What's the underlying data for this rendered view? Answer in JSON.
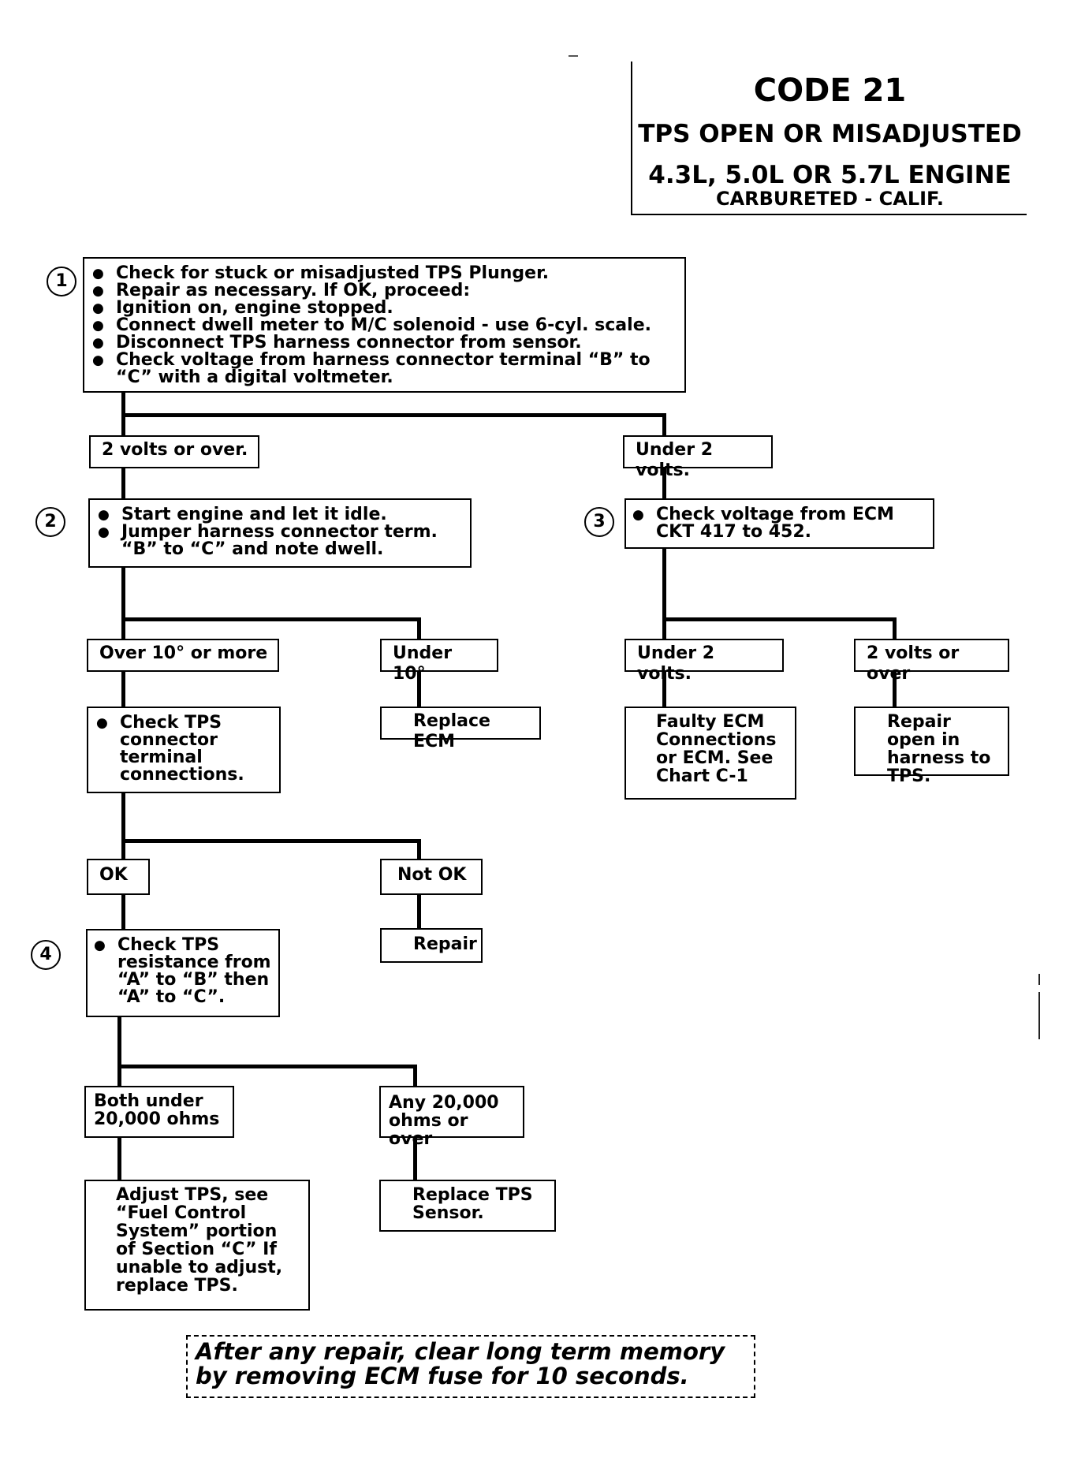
{
  "header": {
    "code": "CODE 21",
    "title": "TPS OPEN OR MISADJUSTED",
    "engine": "4.3L, 5.0L OR 5.7L ENGINE",
    "subtitle": "CARBURETED - CALIF."
  },
  "steps": {
    "s1": {
      "number": "1",
      "items": [
        "Check for stuck or misadjusted TPS Plunger.",
        "Repair as necessary.  If OK, proceed:",
        "Ignition on, engine stopped.",
        "Connect dwell meter to M/C solenoid - use 6-cyl. scale.",
        "Disconnect TPS harness connector from sensor.",
        "Check voltage from harness connector terminal “B” to “C” with a digital voltmeter."
      ]
    },
    "s2": {
      "number": "2",
      "items": [
        "Start engine and let it idle.",
        "Jumper harness connector term. “B” to “C” and note dwell."
      ]
    },
    "s3": {
      "number": "3",
      "items": [
        "Check voltage from ECM CKT 417 to 452."
      ]
    },
    "s4": {
      "number": "4",
      "items": [
        "Check TPS resistance from “A” to “B” then “A” to “C”."
      ]
    },
    "check_connections": {
      "items": [
        "Check TPS connector terminal connections."
      ]
    }
  },
  "branches": {
    "b1_left": "2 volts or over.",
    "b1_right": "Under 2 volts.",
    "b2_left": "Over 10° or more",
    "b2_right": "Under 10°",
    "b3_left": "Under 2 volts.",
    "b3_right": "2 volts or over",
    "b_conn_left": "OK",
    "b_conn_right": "Not OK",
    "b4_left": "Both under 20,000 ohms",
    "b4_right": "Any 20,000 ohms or over"
  },
  "results": {
    "replace_ecm": "Replace ECM",
    "faulty_ecm": "Faulty ECM Connections or ECM. See Chart C-1",
    "repair_open": "Repair open in harness to TPS.",
    "repair": "Repair",
    "adjust_tps": "Adjust TPS, see “Fuel Control System” portion of Section “C” If unable to adjust, replace TPS.",
    "replace_tps": "Replace TPS Sensor."
  },
  "note": "After any repair, clear long term memory by removing ECM fuse for 10 seconds."
}
